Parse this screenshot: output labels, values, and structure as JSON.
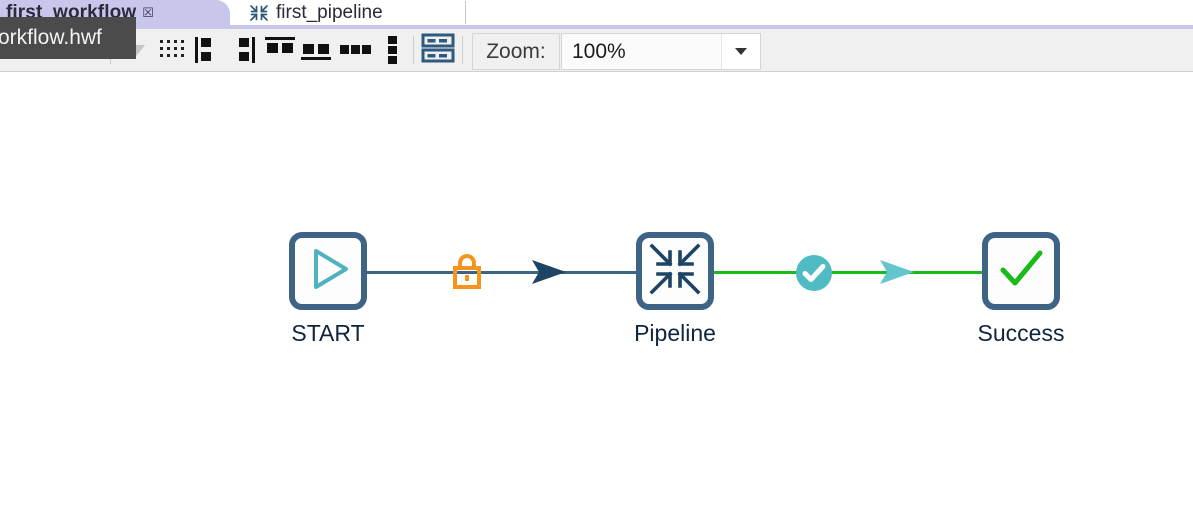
{
  "window": {
    "tooltip_text": "orkflow.hwf"
  },
  "tabs": [
    {
      "label": "first_workflow",
      "icon": "workflow-icon",
      "active": true,
      "close_glyph": "☒"
    },
    {
      "label": "first_pipeline",
      "icon": "pipeline-converge-icon",
      "active": false
    }
  ],
  "toolbar": {
    "buttons": [
      {
        "name": "snap-to-grid-button",
        "icon": "dot-grid-icon"
      },
      {
        "name": "align-left-button",
        "icon": "align-left-icon"
      },
      {
        "name": "align-right-button",
        "icon": "align-right-icon"
      },
      {
        "name": "align-top-button",
        "icon": "align-top-icon"
      },
      {
        "name": "align-bottom-button",
        "icon": "align-bottom-icon"
      },
      {
        "name": "distribute-horizontally-button",
        "icon": "distribute-horizontal-icon"
      },
      {
        "name": "distribute-vertically-button",
        "icon": "distribute-vertical-icon"
      },
      {
        "name": "grid-layout-button",
        "icon": "grid-table-icon"
      }
    ],
    "zoom_label": "Zoom:",
    "zoom_value": "100%",
    "zoom_options": [
      "100%"
    ],
    "dropdown_icon": "chevron-down-icon"
  },
  "canvas": {
    "nodes": [
      {
        "id": "start",
        "label": "START",
        "icon": "play-triangle-icon"
      },
      {
        "id": "pipeline",
        "label": "Pipeline",
        "icon": "converge-arrows-icon"
      },
      {
        "id": "success",
        "label": "Success",
        "icon": "check-mark-icon"
      }
    ],
    "connections": [
      {
        "id": "start-to-pipeline",
        "from": "start",
        "to": "pipeline",
        "badge": "lock-icon",
        "arrow": "arrowhead-icon"
      },
      {
        "id": "pipeline-to-success",
        "from": "pipeline",
        "to": "success",
        "badge": "check-circle-icon",
        "arrow": "arrowhead-icon"
      }
    ]
  },
  "colors": {
    "tab_active_bg": "#c9c6ec",
    "node_border": "#3d6484",
    "start_icon": "#4fb3bf",
    "pipeline_icon": "#1d4464",
    "success_icon": "#18bb18",
    "line_default": "#3d6484",
    "line_success": "#18bb18",
    "lock": "#f7941d",
    "check_circle": "#4fbcc4",
    "label_text": "#10243d"
  }
}
